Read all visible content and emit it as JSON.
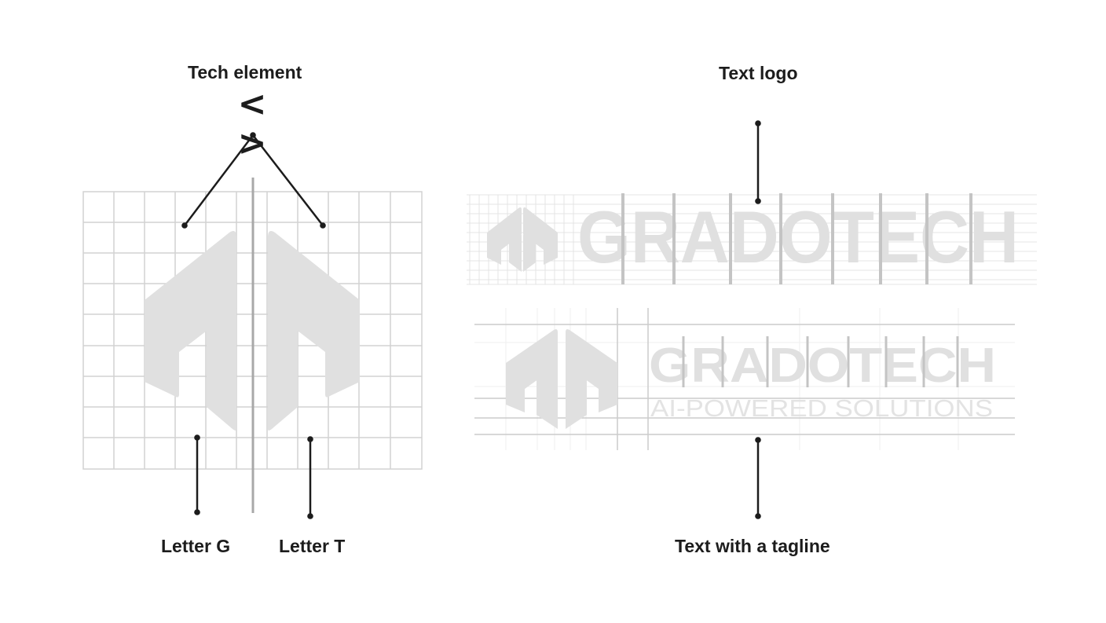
{
  "labels": {
    "tech_element": "Tech element",
    "tech_symbol": "< >",
    "letter_g": "Letter G",
    "letter_t": "Letter T",
    "text_logo": "Text logo",
    "text_with_tagline": "Text with a tagline"
  },
  "logo": {
    "wordmark": "GRADOTECH",
    "tagline": "AI-POWERED SOLUTIONS"
  },
  "colors": {
    "ink": "#1c1c1c",
    "grid": "#cfcfcf",
    "logo_fill": "#e0e0e0",
    "axis": "#a8a8a8"
  }
}
